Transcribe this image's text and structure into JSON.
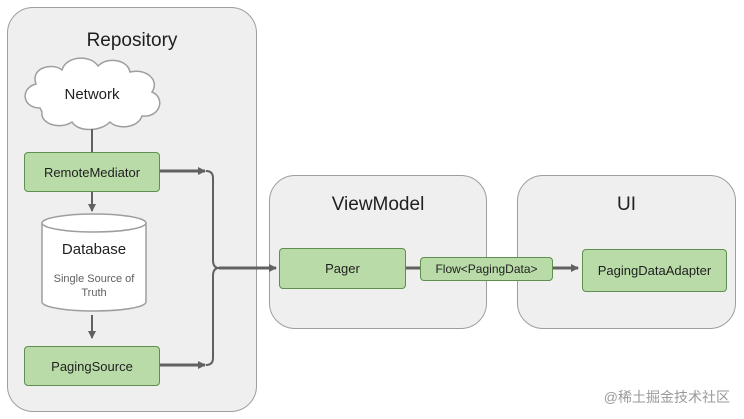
{
  "repository": {
    "title": "Repository",
    "network": "Network",
    "remote_mediator": "RemoteMediator",
    "database": {
      "title": "Database",
      "subtitle": "Single Source of Truth"
    },
    "paging_source": "PagingSource"
  },
  "viewmodel": {
    "title": "ViewModel",
    "pager": "Pager"
  },
  "flow_label": "Flow<PagingData>",
  "ui": {
    "title": "UI",
    "adapter": "PagingDataAdapter"
  },
  "watermark": "@稀土掘金技术社区",
  "colors": {
    "panel_fill": "#efefef",
    "panel_border": "#9e9e9e",
    "node_fill": "#b9dba8",
    "node_border": "#5e8f4e",
    "connector": "#616161"
  }
}
